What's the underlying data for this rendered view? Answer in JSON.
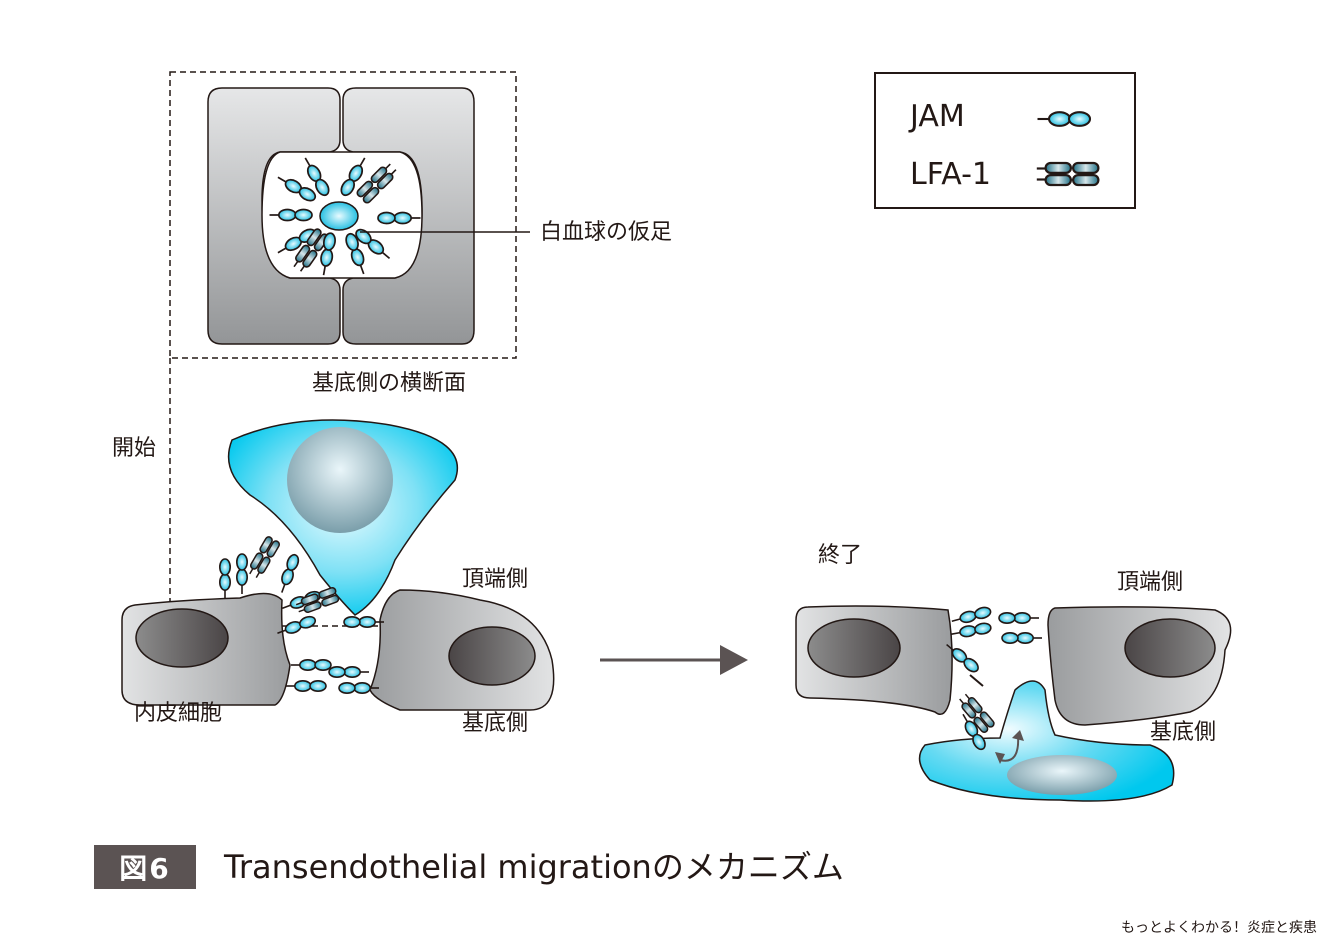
{
  "legend": {
    "items": [
      {
        "label": "JAM",
        "icon": "jam-molecule-icon"
      },
      {
        "label": "LFA-1",
        "icon": "lfa1-molecule-icon"
      }
    ]
  },
  "labels": {
    "cross_section_pointer": "白血球の仮足",
    "cross_section_caption": "基底側の横断面",
    "start": "開始",
    "end": "終了",
    "apical_left": "頂端側",
    "basal_left": "基底側",
    "endothelial_cell": "内皮細胞",
    "apical_right": "頂端側",
    "basal_right": "基底側"
  },
  "figure": {
    "number_label": "図6",
    "title": "Transendothelial migrationのメカニズム"
  },
  "footer": "もっとよくわかる！炎症と疾患",
  "colors": {
    "outline": "#231815",
    "leukocyte": "#00c8ee",
    "endothelium_light": "#e6e7e8",
    "endothelium_dark": "#8a8b8d",
    "badge": "#5b5353",
    "arrow": "#5b5353"
  }
}
